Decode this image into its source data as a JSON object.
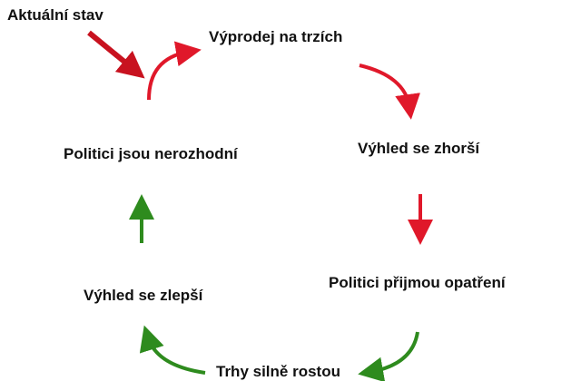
{
  "colors": {
    "decline": "#e0182a",
    "growth": "#2e8b1e",
    "text": "#111111"
  },
  "start_label": "Aktuální stav",
  "stages": [
    {
      "label": "Výprodej na trzích",
      "trend": "decline"
    },
    {
      "label": "Výhled se zhorší",
      "trend": "decline"
    },
    {
      "label": "Politici přijmou opatření",
      "trend": "growth"
    },
    {
      "label": "Trhy silně rostou",
      "trend": "growth"
    },
    {
      "label": "Výhled se zlepší",
      "trend": "growth"
    },
    {
      "label": "Politici jsou nerozhodní",
      "trend": "decline"
    }
  ]
}
